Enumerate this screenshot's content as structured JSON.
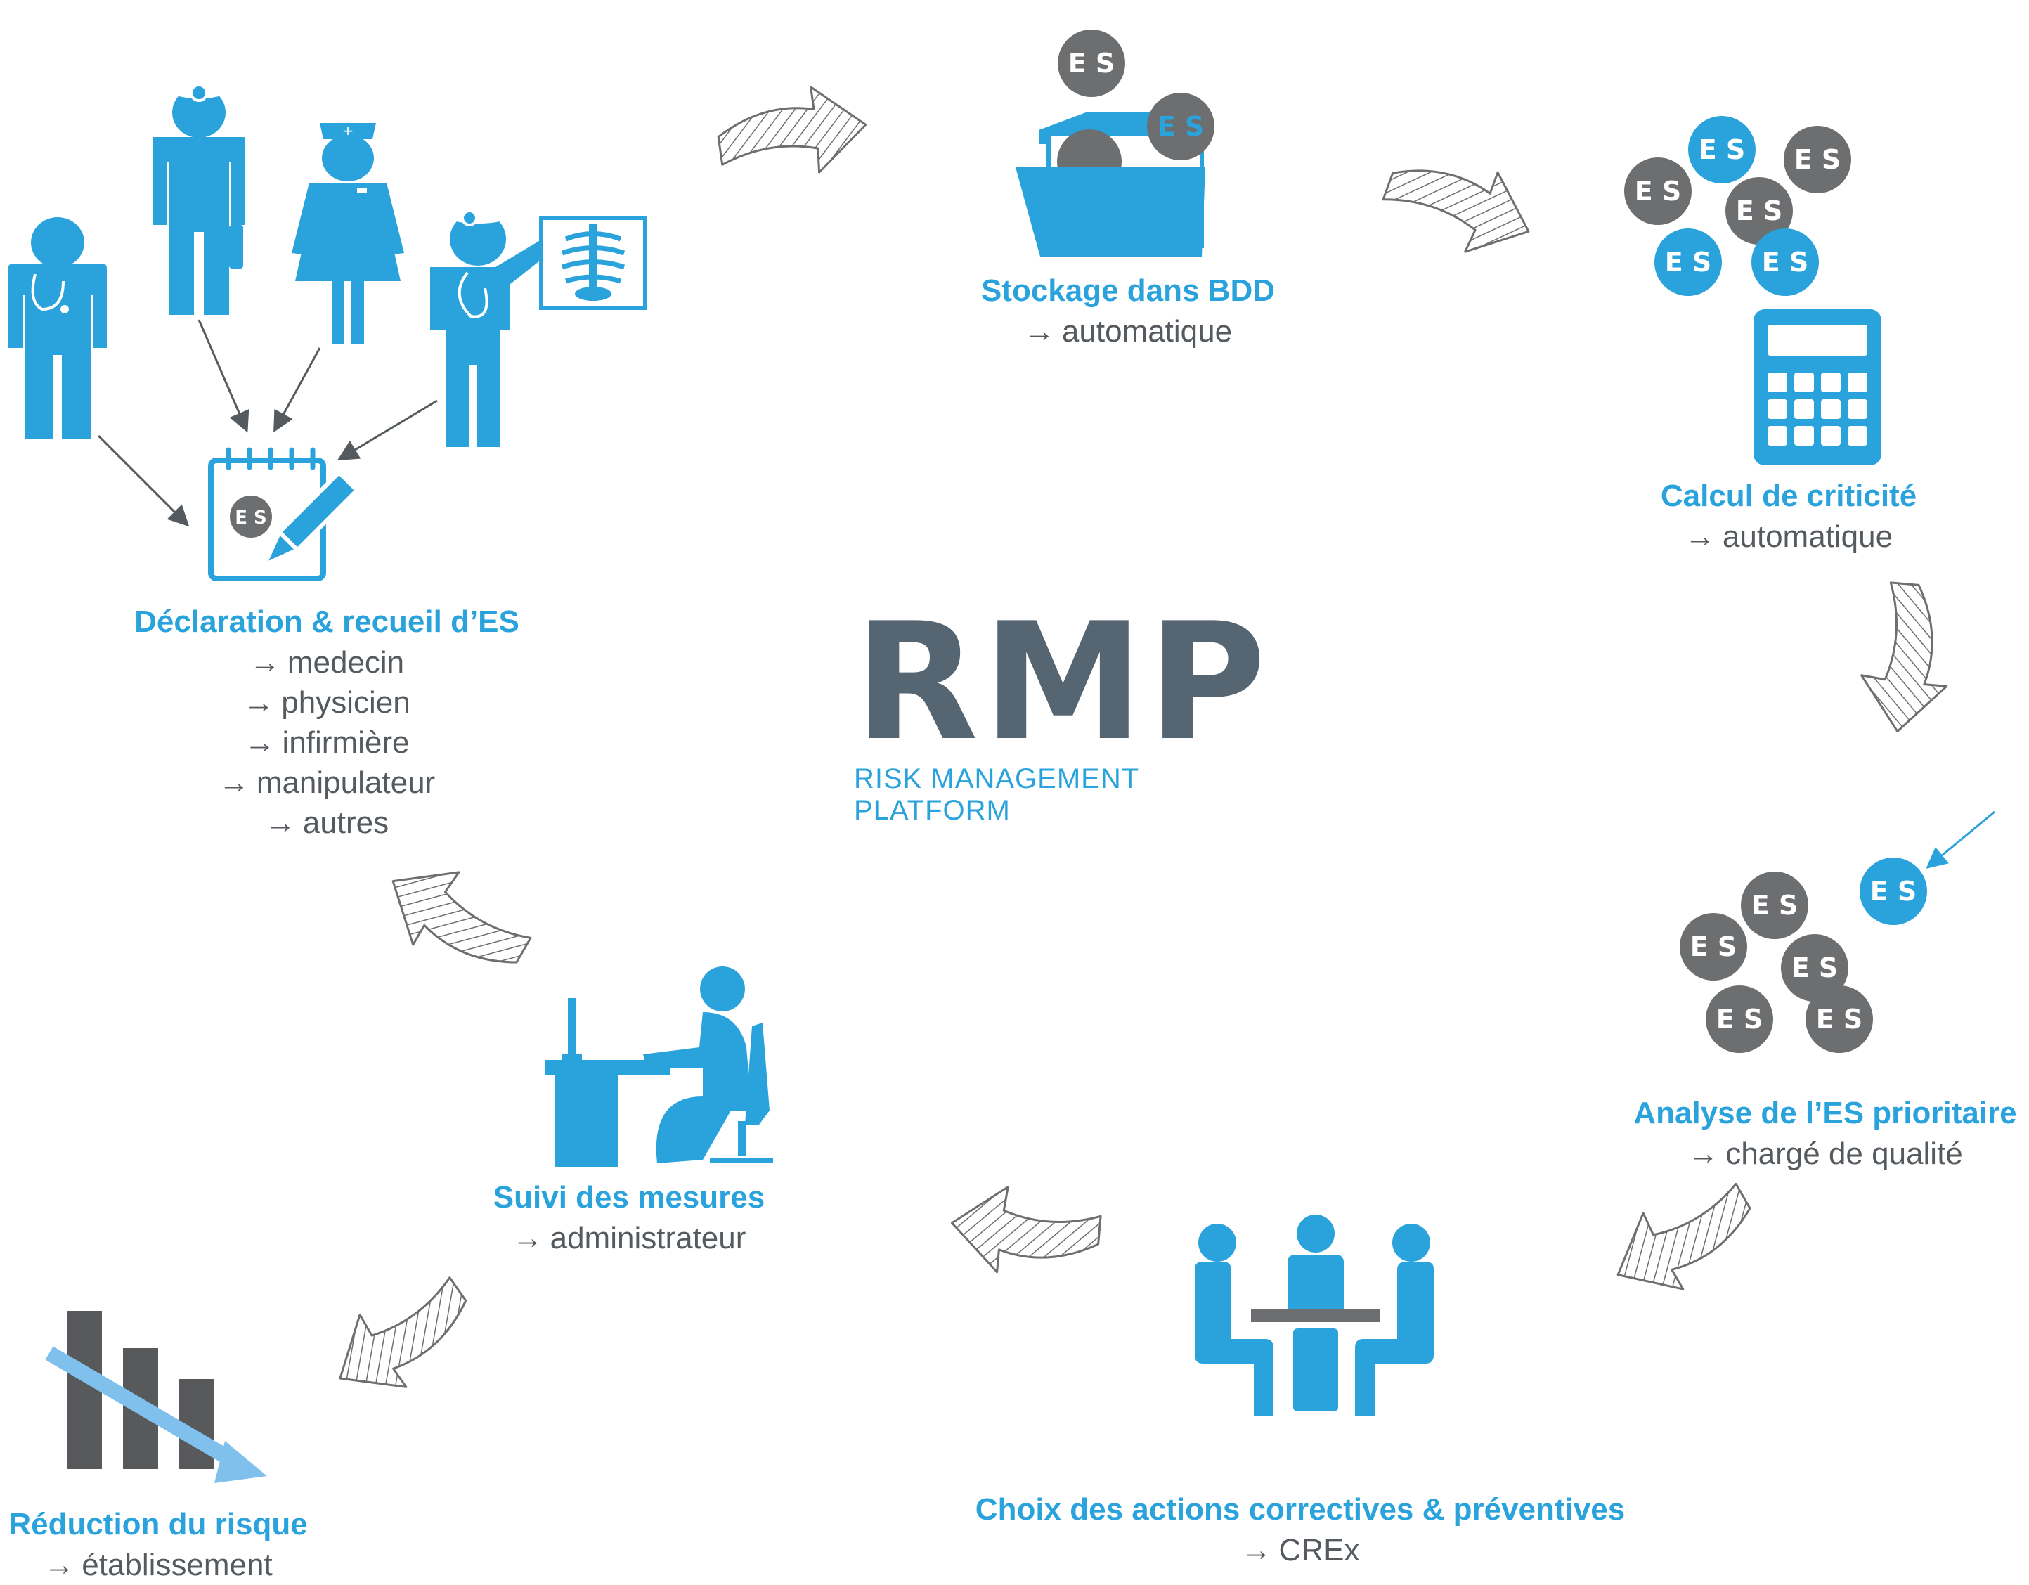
{
  "logo": {
    "title": "RMP",
    "subtitle": "RISK MANAGEMENT PLATFORM"
  },
  "badge_text": "E S",
  "arrow_glyph": "→",
  "colors": {
    "blue": "#2aa3dc",
    "grey": "#6d6e70",
    "dark": "#566572",
    "light_blue": "#7fc0ec"
  },
  "steps": {
    "declaration": {
      "title": "Déclaration & recueil d’ES",
      "roles": [
        "medecin",
        "physicien",
        "infirmière",
        "manipulateur",
        "autres"
      ]
    },
    "stockage": {
      "title": "Stockage dans BDD",
      "roles": [
        "automatique"
      ]
    },
    "calcul": {
      "title": "Calcul de criticité",
      "roles": [
        "automatique"
      ]
    },
    "analyse": {
      "title": "Analyse de l’ES prioritaire",
      "roles": [
        "chargé de qualité"
      ]
    },
    "choix": {
      "title": "Choix des actions correctives & préventives",
      "roles": [
        "CREx"
      ]
    },
    "suivi": {
      "title": "Suivi des mesures",
      "roles": [
        "administrateur"
      ]
    },
    "reduction": {
      "title": "Réduction du risque",
      "roles": [
        "établissement"
      ]
    }
  },
  "icons": {
    "declaration": [
      "doctor-icon",
      "surgeon-icon",
      "nurse-icon",
      "radiologist-icon",
      "xray-icon",
      "notepad-pencil-icon"
    ],
    "stockage": "folder-icon",
    "calcul": "calculator-icon",
    "analyse": "es-cluster-icon",
    "choix": "meeting-icon",
    "suivi": "desk-worker-icon",
    "reduction": "declining-bars-icon",
    "flow": "hatched-arrow-icon"
  }
}
